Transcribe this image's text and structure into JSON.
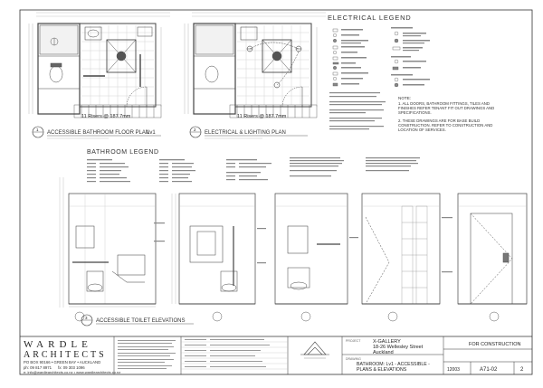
{
  "plans": {
    "floor_plan_title": "ACCESSIBLE BATHROOM FLOOR PLAN",
    "floor_plan_level": "Lv1",
    "floor_plan_number": "1",
    "lighting_plan_title": "ELECTRICAL & LIGHTING PLAN",
    "lighting_plan_number": "2",
    "risers_note": "11 Risers @ 187.7mm"
  },
  "electrical_legend": {
    "title": "ELECTRICAL LEGEND",
    "note_title": "NOTE:",
    "note_1": "1. ALL DOORS, BATHROOM FITTINGS, TILES AND FINISHES REFER TENANT FIT OUT DRAWINGS AND SPECIFICATIONS.",
    "note_2": "2. THESE DRAWINGS ARE FOR BASE BUILD CONSTRUCTION. REFER TO CONSTRUCTION AND LOCATION OF SERVICES."
  },
  "bathroom_legend": {
    "title": "BATHROOM LEGEND"
  },
  "elevations": {
    "title": "ACCESSIBLE TOILET ELEVATIONS",
    "number": "3"
  },
  "firm": {
    "line1": "WARDLE",
    "line2": "ARCHITECTS",
    "address1": "PO BOX 90166  •  GREEN BAY  •  AUCKLAND",
    "phone": "ph: 09 817 8971",
    "fax": "fx: 09 303 1096",
    "email": "e: info@wardlearchitects.co.nz  •  www.wardlearchitects.co.nz"
  },
  "title_block": {
    "project_label": "PROJECT",
    "project_name": "X-GALLERY",
    "street": "18-26 Wellesley Street",
    "city": "Auckland",
    "drawing_label": "DRAWING",
    "drawing_title_1": "BATHROOM: Lv1 - ACCESSIBLE -",
    "drawing_title_2": "PLANS & ELEVATIONS",
    "status": "FOR CONSTRUCTION",
    "project_no": "12003",
    "sheet_no": "A71-02",
    "revision": "2"
  }
}
